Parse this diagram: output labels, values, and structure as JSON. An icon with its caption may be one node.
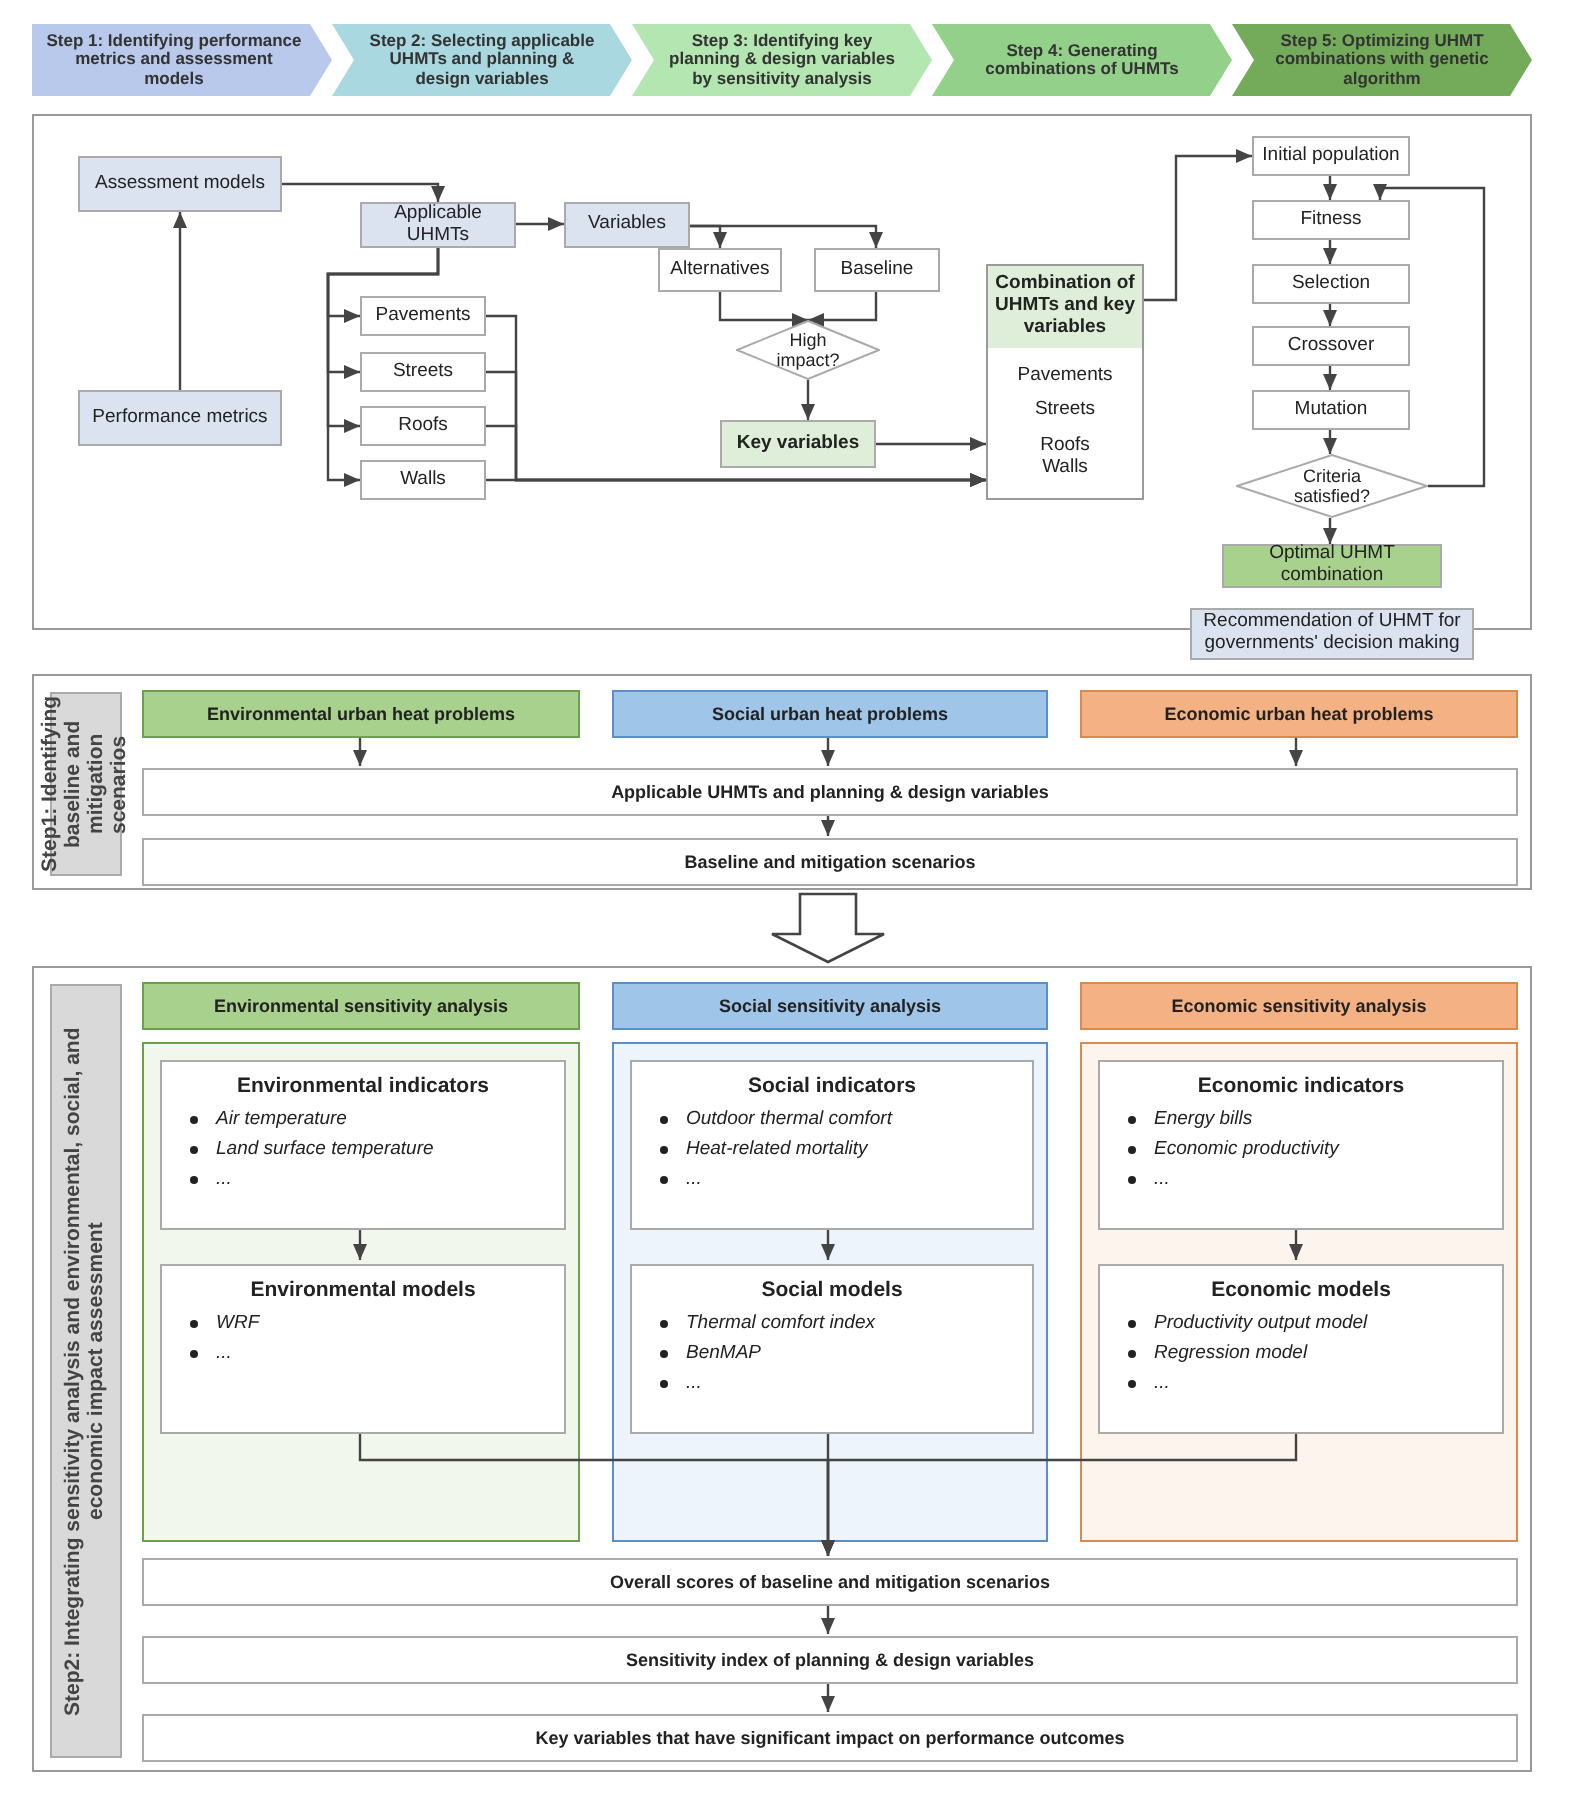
{
  "diagram": {
    "nodes": [
      {
        "text": [
          "Step 1: Identifying performance metrics and assessment models"
        ]
      },
      {
        "text": [
          "Step 2: Selecting applicable UHMTs and planning & design variables"
        ]
      },
      {
        "text": [
          "Step 3: Identifying key planning & design variables by sensitivity analysis"
        ]
      },
      {
        "text": [
          "Step 4: Generating combinations of UHMTs"
        ]
      },
      {
        "text": [
          "Step 5: Optimizing UHMT combinations with genetic algorithm"
        ]
      },
      {
        "text": [
          "Assessment models"
        ]
      },
      {
        "text": [
          "Performance metrics"
        ]
      },
      {
        "text": [
          "Applicable UHMTs"
        ]
      },
      {
        "text": [
          "Variables"
        ]
      },
      {
        "text": [
          "Pavements"
        ]
      },
      {
        "text": [
          "Streets"
        ]
      },
      {
        "text": [
          "Roofs"
        ]
      },
      {
        "text": [
          "Walls"
        ]
      },
      {
        "text": [
          "Alternatives"
        ]
      },
      {
        "text": [
          "Baseline"
        ]
      },
      {
        "text": [
          "High impact?"
        ]
      },
      {
        "text": [
          "Key variables"
        ]
      },
      {
        "text": [
          "Combination of UHMTs and key variables",
          "Pavements",
          "Streets",
          "Roofs",
          "Walls"
        ]
      },
      {
        "text": [
          "Initial population"
        ]
      },
      {
        "text": [
          "Fitness"
        ]
      },
      {
        "text": [
          "Selection"
        ]
      },
      {
        "text": [
          "Crossover"
        ]
      },
      {
        "text": [
          "Mutation"
        ]
      },
      {
        "text": [
          "Criteria satisfied?"
        ]
      },
      {
        "text": [
          "Optimal UHMT combination"
        ]
      },
      {
        "text": [
          "Recommendation of UHMT for governments' decision making"
        ]
      },
      {
        "text": [
          "Step1: Identifying baseline and mitigation scenarios"
        ]
      },
      {
        "text": [
          "Environmental urban heat problems"
        ],
        "in": 26
      },
      {
        "text": [
          "Social urban heat problems"
        ],
        "in": 26
      },
      {
        "text": [
          "Economic urban heat problems"
        ],
        "in": 26
      },
      {
        "text": [
          "Applicable UHMTs and planning & design variables"
        ],
        "in": 26
      },
      {
        "text": [
          "Baseline and mitigation scenarios"
        ],
        "in": 26
      },
      {
        "text": [
          "Step2: Integrating sensitivity analysis and environmental, social, and economic impact assessment"
        ]
      },
      {
        "text": [
          "Environmental sensitivity analysis"
        ],
        "in": 32
      },
      {
        "text": [],
        "shape": "box",
        "in": 32
      },
      {
        "text": [
          "Environmental indicators",
          "Air temperature",
          "Land surface temperature",
          "..."
        ],
        "in": 34
      },
      {
        "text": [
          "Environmental models",
          "WRF",
          "..."
        ],
        "in": 34
      },
      {
        "text": [
          "Social sensitivity analysis"
        ],
        "in": 32
      },
      {
        "text": [],
        "shape": "box",
        "in": 32
      },
      {
        "text": [
          "Social indicators",
          "Outdoor thermal comfort",
          "Heat-related mortality",
          "..."
        ],
        "in": 38
      },
      {
        "text": [
          "Social models",
          "Thermal comfort index",
          "BenMAP",
          "..."
        ],
        "in": 38
      },
      {
        "text": [
          "Economic sensitivity analysis"
        ],
        "in": 32
      },
      {
        "text": [],
        "shape": "box",
        "in": 32
      },
      {
        "text": [
          "Economic indicators",
          "Energy bills",
          "Economic productivity",
          "..."
        ],
        "in": 42
      },
      {
        "text": [
          "Economic models",
          "Productivity output model",
          "Regression model",
          "..."
        ],
        "in": 42
      },
      {
        "text": [
          "Overall scores of baseline and mitigation scenarios"
        ],
        "in": 32
      },
      {
        "text": [
          "Sensitivity index of planning & design variables"
        ],
        "in": 32
      },
      {
        "text": [
          "Key variables that have significant impact on performance outcomes"
        ],
        "in": 32
      }
    ],
    "edges": [
      {
        "from": 6,
        "to": 5,
        "arrow": "to"
      },
      {
        "from": 5,
        "to": 7,
        "arrow": "to"
      },
      {
        "from": 7,
        "to": 8,
        "arrow": "to"
      },
      {
        "from": 7,
        "to": 9,
        "arrow": "to"
      },
      {
        "from": 7,
        "to": 10,
        "arrow": "to"
      },
      {
        "from": 7,
        "to": 11,
        "arrow": "to"
      },
      {
        "from": 7,
        "to": 12,
        "arrow": "to"
      },
      {
        "from": 8,
        "to": 13,
        "arrow": "to"
      },
      {
        "from": 8,
        "to": 14,
        "arrow": "to"
      },
      {
        "from": 13,
        "to": 15,
        "arrow": "to"
      },
      {
        "from": 14,
        "to": 15,
        "arrow": "to"
      },
      {
        "from": 15,
        "to": 16,
        "arrow": "to"
      },
      {
        "from": 16,
        "to": 17,
        "arrow": "to"
      },
      {
        "from": 9,
        "to": 17,
        "arrow": "to"
      },
      {
        "from": 10,
        "to": 17,
        "arrow": "to"
      },
      {
        "from": 11,
        "to": 17,
        "arrow": "to"
      },
      {
        "from": 12,
        "to": 17,
        "arrow": "to"
      },
      {
        "from": 17,
        "to": 18,
        "arrow": "to"
      },
      {
        "from": 18,
        "to": 19,
        "arrow": "to"
      },
      {
        "from": 19,
        "to": 20,
        "arrow": "to"
      },
      {
        "from": 20,
        "to": 21,
        "arrow": "to"
      },
      {
        "from": 21,
        "to": 22,
        "arrow": "to"
      },
      {
        "from": 22,
        "to": 23,
        "arrow": "to"
      },
      {
        "from": 23,
        "to": 24,
        "arrow": "to"
      },
      {
        "from": 23,
        "to": 19,
        "arrow": "to"
      },
      {
        "from": 27,
        "to": 30,
        "arrow": "to"
      },
      {
        "from": 28,
        "to": 30,
        "arrow": "to"
      },
      {
        "from": 29,
        "to": 30,
        "arrow": "to"
      },
      {
        "from": 30,
        "to": 31,
        "arrow": "to"
      },
      {
        "from": 26,
        "to": 32,
        "arrow": "to",
        "style": "thick"
      },
      {
        "from": 35,
        "to": 36,
        "arrow": "to"
      },
      {
        "from": 39,
        "to": 40,
        "arrow": "to"
      },
      {
        "from": 43,
        "to": 44,
        "arrow": "to"
      },
      {
        "from": 36,
        "to": 45,
        "arrow": "to"
      },
      {
        "from": 40,
        "to": 45,
        "arrow": "to"
      },
      {
        "from": 44,
        "to": 45,
        "arrow": "to"
      },
      {
        "from": 45,
        "to": 46,
        "arrow": "to"
      },
      {
        "from": 46,
        "to": 47,
        "arrow": "to"
      }
    ]
  }
}
